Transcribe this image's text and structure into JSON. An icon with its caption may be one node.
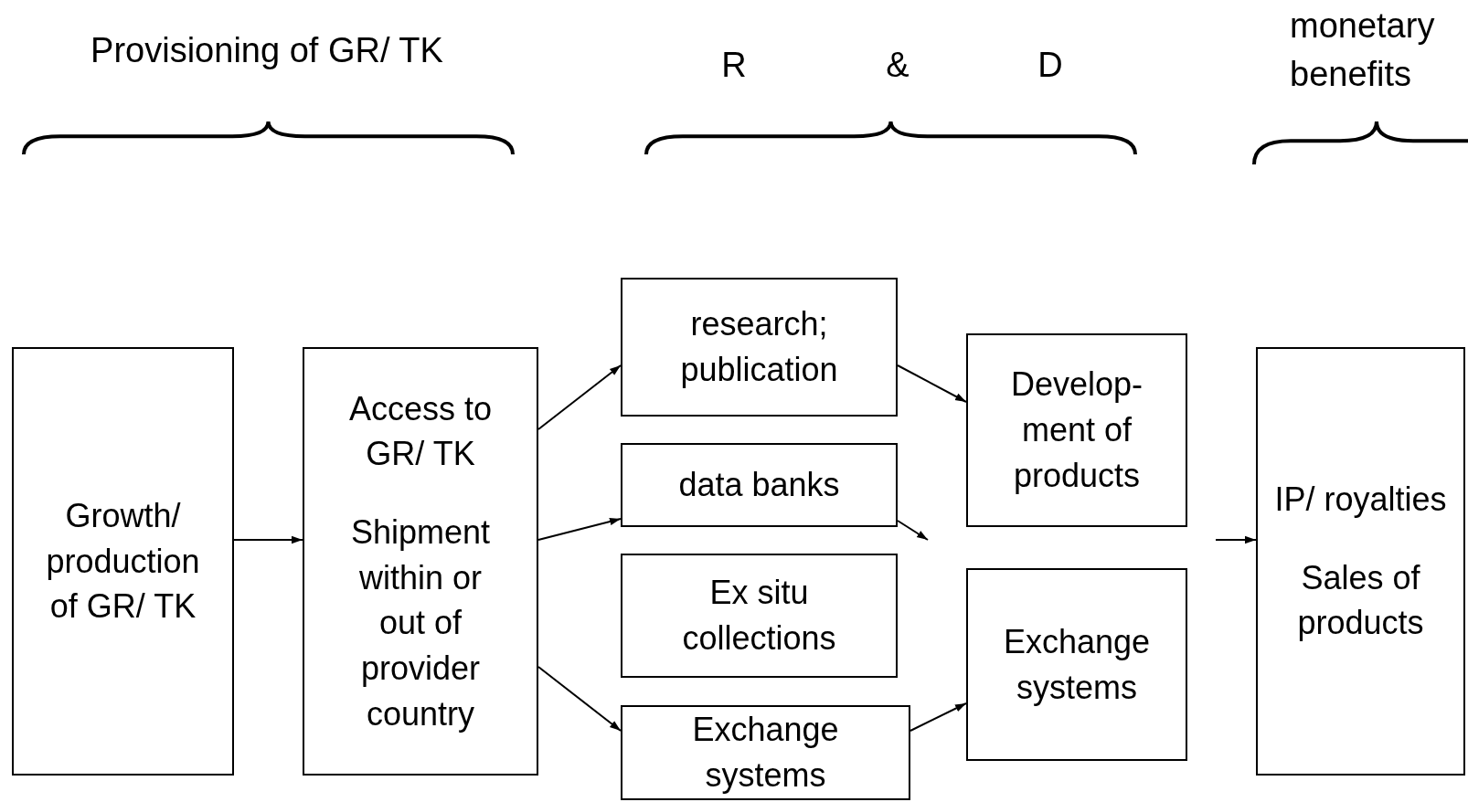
{
  "diagram": {
    "nodes": [
      {
        "text": [
          "Growth/ production of GR/ TK"
        ]
      },
      {
        "text": [
          "Access to GR/ TK",
          "Shipment within or out of provider country"
        ]
      },
      {
        "text": [
          "research; publication"
        ]
      },
      {
        "text": [
          "data banks"
        ]
      },
      {
        "text": [
          "Ex situ collections"
        ]
      },
      {
        "text": [
          "Exchange systems"
        ]
      },
      {
        "text": [
          "Develop- ment of products"
        ]
      },
      {
        "text": [
          "Exchange systems"
        ]
      },
      {
        "text": [
          "IP/ royalties",
          "Sales of products"
        ]
      }
    ],
    "edges": [
      {
        "from": 0,
        "to": 1,
        "arrow": "to"
      },
      {
        "from": 1,
        "to": 2,
        "arrow": "to"
      },
      {
        "from": 1,
        "to": 3,
        "arrow": "to"
      },
      {
        "from": 1,
        "to": 5,
        "arrow": "to"
      },
      {
        "from": 2,
        "to": 6,
        "arrow": "to"
      },
      {
        "from": 3,
        "to": null,
        "arrow": "to"
      },
      {
        "from": null,
        "to": 8,
        "arrow": "to"
      },
      {
        "from": 5,
        "to": 7,
        "arrow": "to"
      }
    ],
    "labels": [
      "Provisioning of GR/ TK",
      "R",
      "&",
      "D",
      "monetary benefits"
    ]
  }
}
